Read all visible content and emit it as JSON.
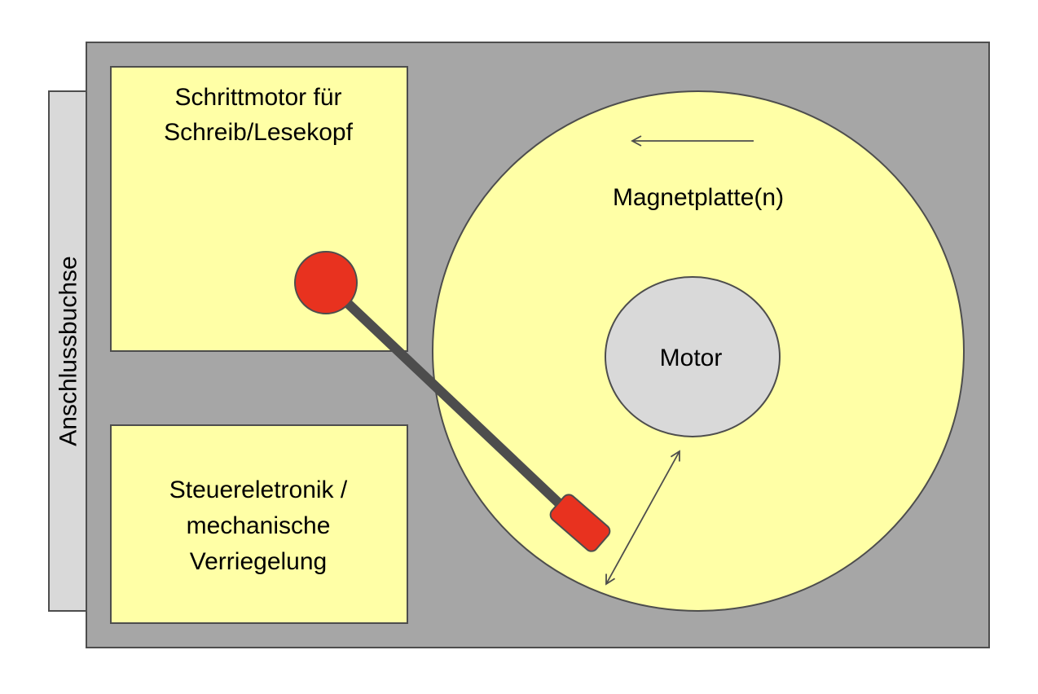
{
  "diagram": {
    "title": "Festplatte – schematischer Aufbau",
    "connector": {
      "label": "Anschlussbuchse"
    },
    "stepper_motor": {
      "lines": [
        "Schrittmotor für",
        "Schreib/Lesekopf"
      ]
    },
    "control_electronics": {
      "lines": [
        "Steuereletronik /",
        "mechanische",
        "Verriegelung"
      ]
    },
    "platter": {
      "label": "Magnetplatte(n)",
      "rotation_direction": "counter-clockwise"
    },
    "motor": {
      "label": "Motor"
    },
    "head_travel_arrow": {
      "meaning": "radial head movement",
      "style": "double-headed"
    },
    "colors": {
      "case": "#a6a6a6",
      "panel": "#ffffa6",
      "connector": "#d9d9d9",
      "motor": "#d9d9d9",
      "outline": "#4d4d4d",
      "arm": "#4d4d4d",
      "head": "#e8321f",
      "text": "#000000"
    }
  }
}
